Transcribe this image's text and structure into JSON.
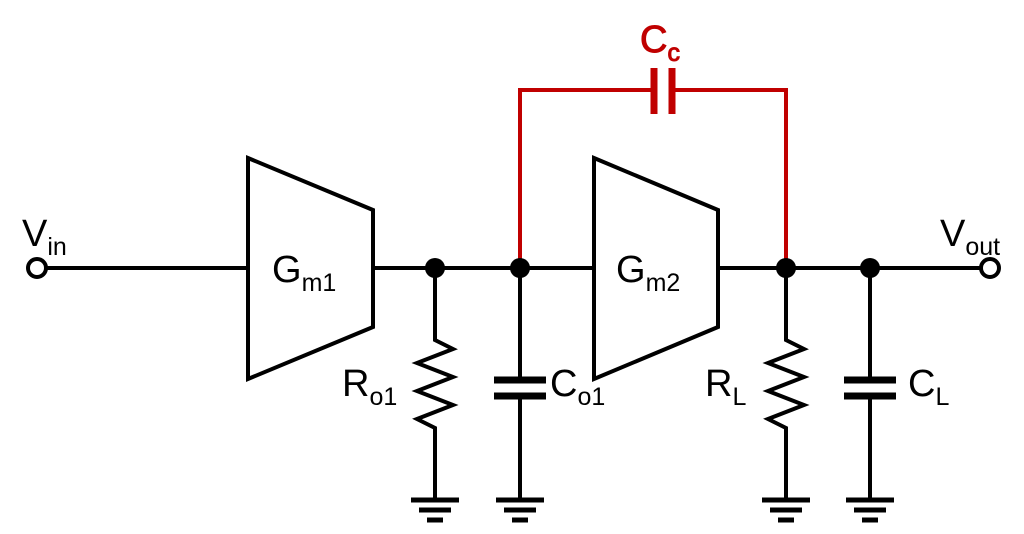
{
  "labels": {
    "vin": {
      "main": "V",
      "sub": "in"
    },
    "vout": {
      "main": "V",
      "sub": "out"
    },
    "gm1": {
      "main": "G",
      "sub": "m1"
    },
    "gm2": {
      "main": "G",
      "sub": "m2"
    },
    "ro1": {
      "main": "R",
      "sub": "o1"
    },
    "co1": {
      "main": "C",
      "sub": "o1"
    },
    "rl": {
      "main": "R",
      "sub": "L"
    },
    "cl": {
      "main": "C",
      "sub": "L"
    },
    "cc": {
      "main": "C",
      "sub": "c"
    }
  },
  "colors": {
    "wire": "#000000",
    "compensation": "#c00000",
    "background": "#ffffff"
  }
}
